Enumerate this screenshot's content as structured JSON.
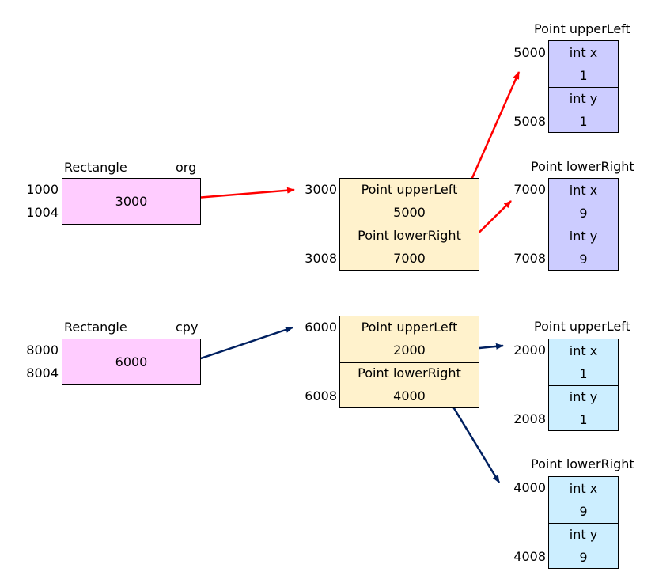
{
  "org": {
    "type": "Rectangle",
    "name": "org",
    "addr1": "1000",
    "addr2": "1004",
    "value": "3000",
    "obj": {
      "addr1": "3000",
      "addr2": "3008",
      "f1": {
        "label": "Point upperLeft",
        "value": "5000"
      },
      "f2": {
        "label": "Point lowerRight",
        "value": "7000"
      }
    },
    "p1": {
      "title": "Point upperLeft",
      "addr1": "5000",
      "addr2": "5008",
      "x": {
        "label": "int x",
        "value": "1"
      },
      "y": {
        "label": "int y",
        "value": "1"
      }
    },
    "p2": {
      "title": "Point lowerRight",
      "addr1": "7000",
      "addr2": "7008",
      "x": {
        "label": "int x",
        "value": "9"
      },
      "y": {
        "label": "int y",
        "value": "9"
      }
    }
  },
  "cpy": {
    "type": "Rectangle",
    "name": "cpy",
    "addr1": "8000",
    "addr2": "8004",
    "value": "6000",
    "obj": {
      "addr1": "6000",
      "addr2": "6008",
      "f1": {
        "label": "Point upperLeft",
        "value": "2000"
      },
      "f2": {
        "label": "Point lowerRight",
        "value": "4000"
      }
    },
    "p1": {
      "title": "Point upperLeft",
      "addr1": "2000",
      "addr2": "2008",
      "x": {
        "label": "int x",
        "value": "1"
      },
      "y": {
        "label": "int y",
        "value": "1"
      }
    },
    "p2": {
      "title": "Point lowerRight",
      "addr1": "4000",
      "addr2": "4008",
      "x": {
        "label": "int x",
        "value": "9"
      },
      "y": {
        "label": "int y",
        "value": "9"
      }
    }
  },
  "colors": {
    "org_arrow": "#ff0000",
    "cpy_arrow": "#002060",
    "rect_fill": "#ffccff",
    "object_fill": "#fff2cc",
    "org_point_fill": "#ccccff",
    "cpy_point_fill": "#cceeff"
  }
}
